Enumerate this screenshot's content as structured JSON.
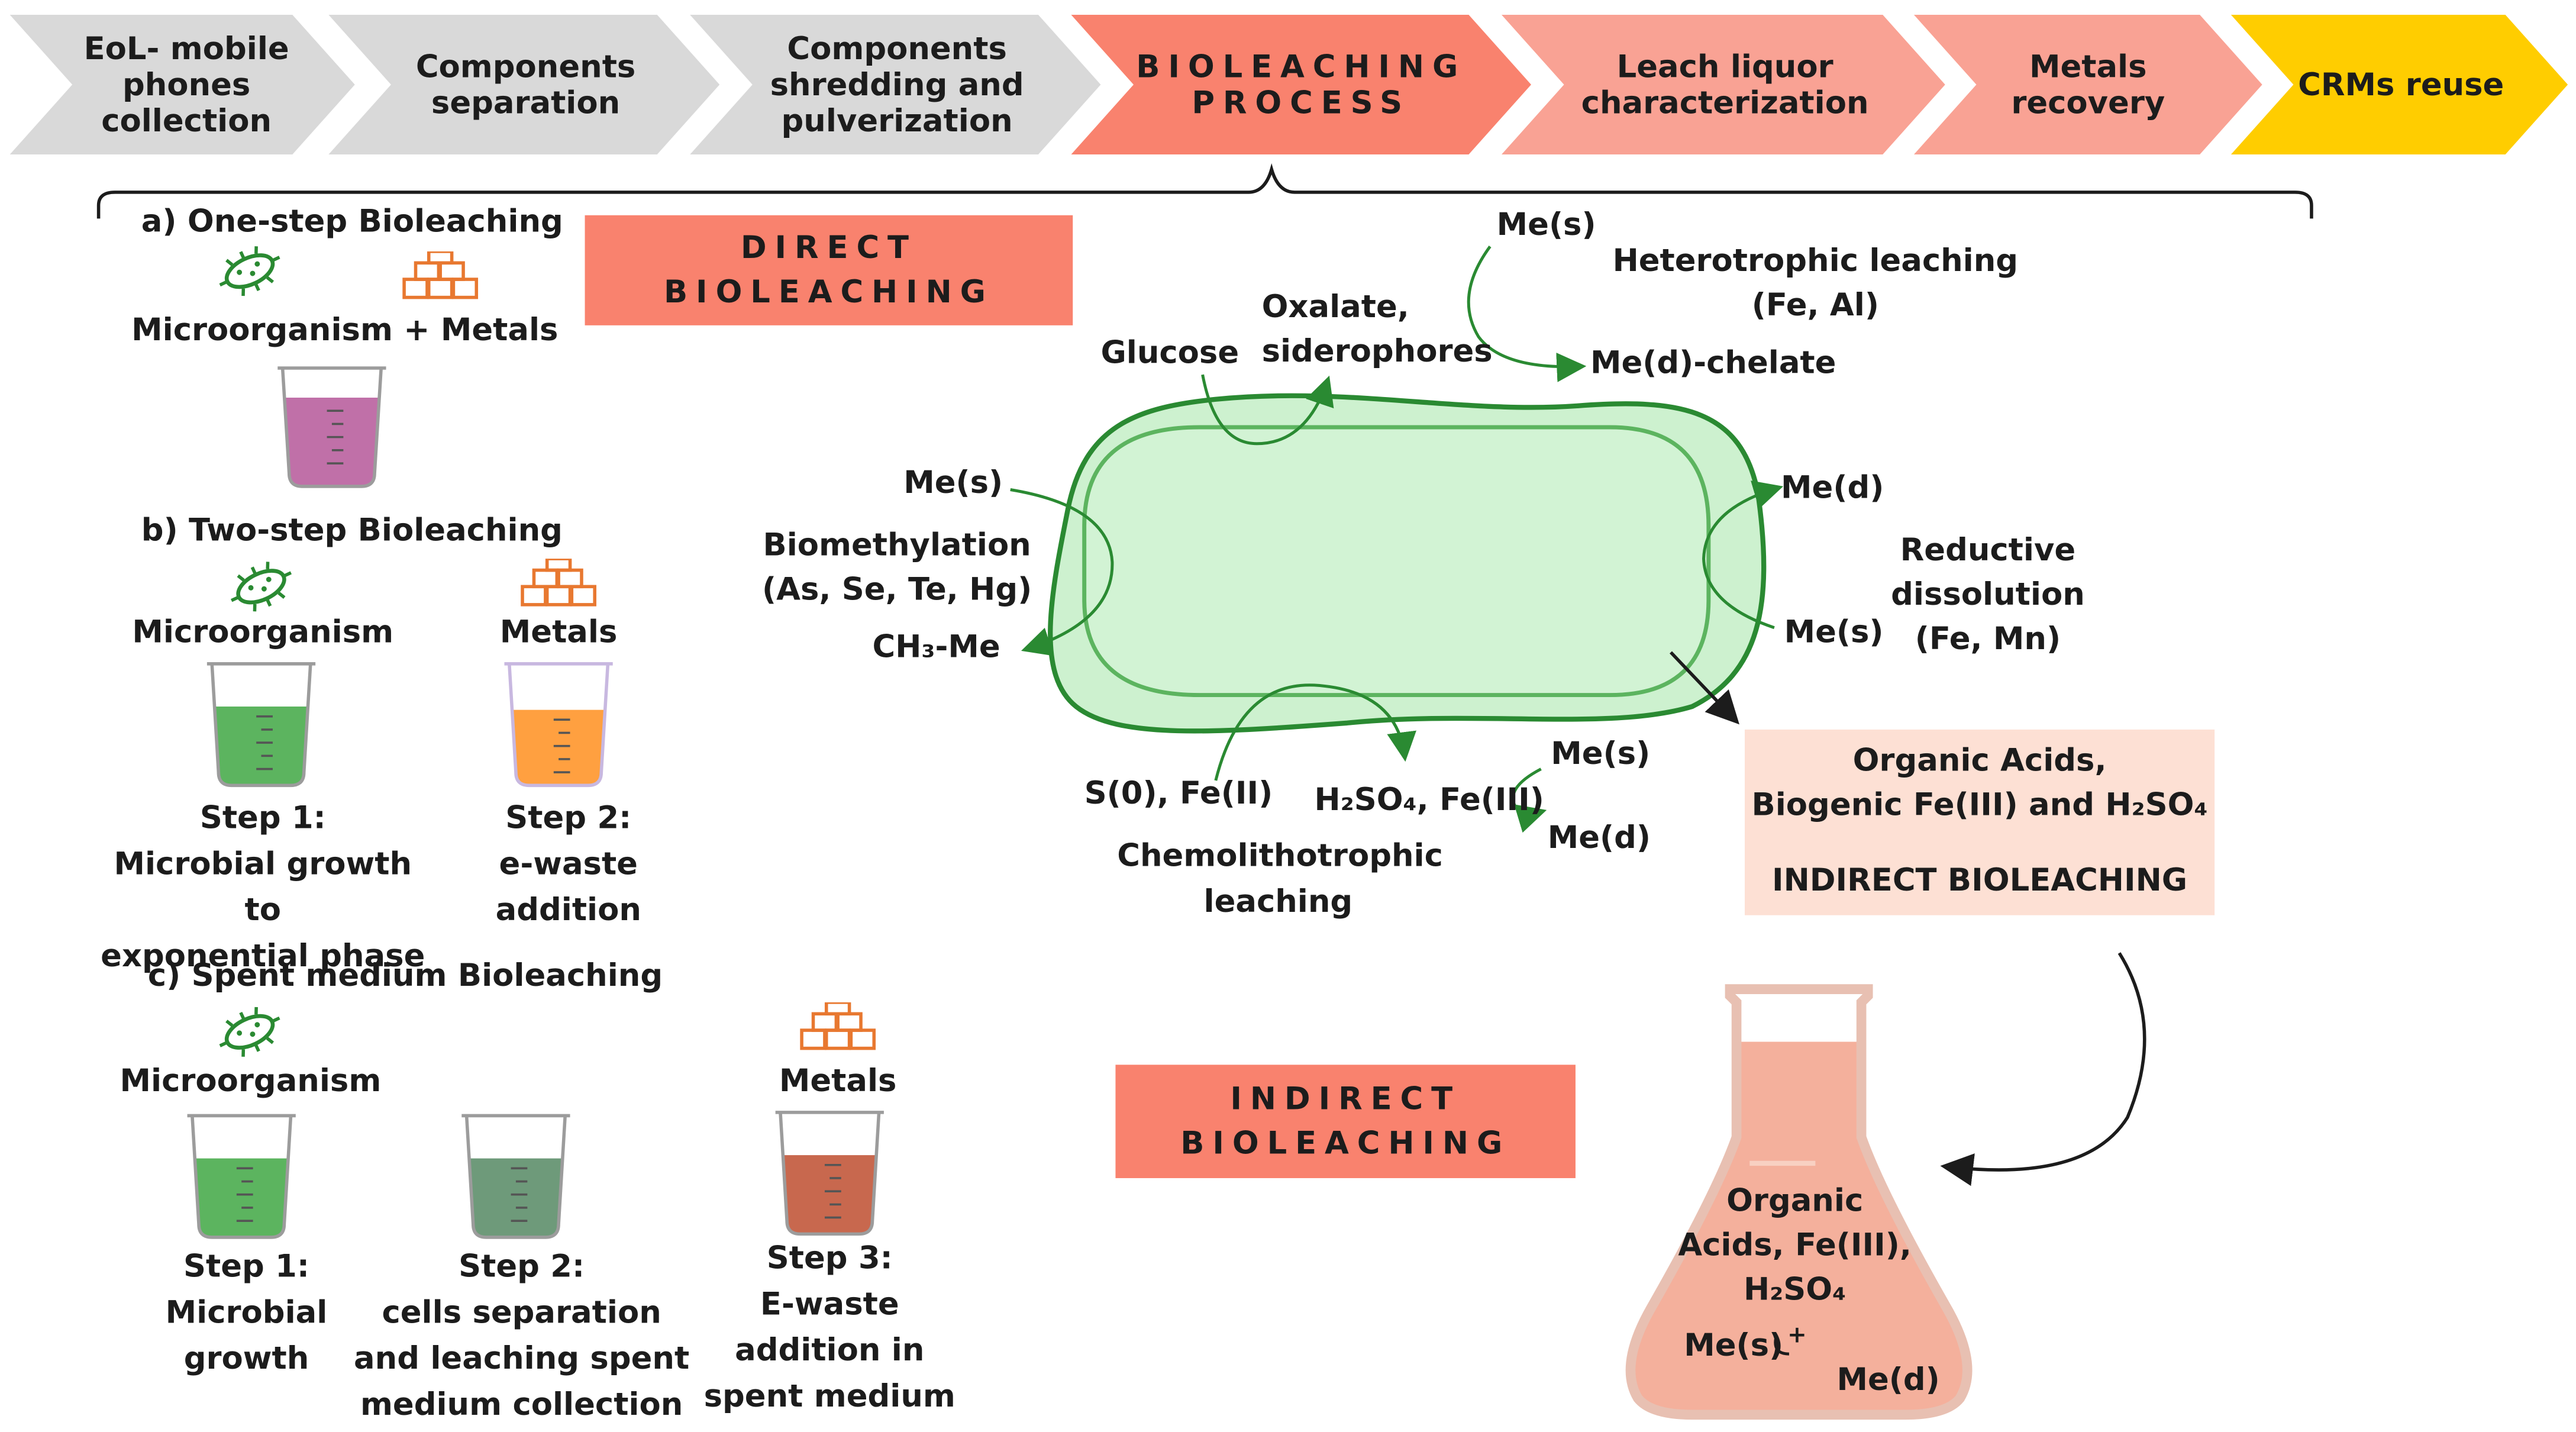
{
  "process_steps": [
    {
      "label": "EoL- mobile\nphones\ncollection",
      "color": "#d9d9d9"
    },
    {
      "label": "Components\nseparation",
      "color": "#d9d9d9"
    },
    {
      "label": "Components\nshredding and\npulverization",
      "color": "#d9d9d9"
    },
    {
      "label": "BIOLEACHING\nPROCESS",
      "color": "#f9826e"
    },
    {
      "label": "Leach liquor\ncharacterization",
      "color": "#f9a294"
    },
    {
      "label": "Metals\nrecovery",
      "color": "#f9a294"
    },
    {
      "label": "CRMs reuse",
      "color": "#ffcd00"
    }
  ],
  "one_step": {
    "title": "a) One-step Bioleaching",
    "caption": "Microorganism + Metals"
  },
  "two_step": {
    "title": "b) Two-step Bioleaching",
    "microorganism": "Microorganism",
    "metals": "Metals",
    "step1": "Step 1:\nMicrobial growth to\nexponential phase",
    "step2": "Step 2:\ne-waste\naddition"
  },
  "spent_medium": {
    "title": "c) Spent medium Bioleaching",
    "microorganism": "Microorganism",
    "metals": "Metals",
    "step1": "Step 1:\nMicrobial\ngrowth",
    "step2": "Step 2:\ncells separation\nand leaching spent\nmedium collection",
    "step3": "Step 3:\nE-waste\naddition in\nspent medium"
  },
  "direct_box": "DIRECT\nBIOLEACHING",
  "indirect_box": "INDIRECT\nBIOLEACHING",
  "heterotrophic": {
    "me_s": "Me(s)",
    "title": "Heterotrophic leaching\n(Fe, Al)",
    "chelate": "Me(d)-chelate",
    "glucose": "Glucose",
    "oxalate": "Oxalate,\nsiderophores"
  },
  "biomethylation": {
    "me_s": "Me(s)",
    "title": "Biomethylation\n(As, Se, Te, Hg)",
    "product": "CH₃-Me"
  },
  "reductive": {
    "me_d": "Me(d)",
    "title": "Reductive dissolution\n(Fe, Mn)",
    "me_s": "Me(s)"
  },
  "chemolithotrophic": {
    "substrate": "S(0), Fe(II)",
    "product": "H₂SO₄, Fe(III)",
    "me_s": "Me(s)",
    "me_d": "Me(d)",
    "title": "Chemolithotrophic\nleaching"
  },
  "indirect_panel": {
    "line1": "Organic Acids,\nBiogenic Fe(III) and H₂SO₄",
    "line2": "INDIRECT BIOLEACHING"
  },
  "flask": {
    "text": "Organic\nAcids, Fe(III),\nH₂SO₄",
    "me_s": "Me(s)",
    "plus": "+",
    "me_d": "Me(d)"
  },
  "colors": {
    "grey_step": "#d9d9d9",
    "salmon": "#f9826e",
    "light_salmon": "#f9a294",
    "yellow": "#ffcd00",
    "cell_fill": "#cdf1cf",
    "cell_stroke": "#2a8a32",
    "bacteria_green": "#2a8a32",
    "bars_orange": "#e87830",
    "purple": "#c070a8",
    "green_liquid": "#5cb45f",
    "orange_liquid": "#ffa040",
    "dark_green_liquid": "#6e9a7a",
    "brown_liquid": "#c8684e",
    "panel_peach": "#fde0d4",
    "flask_fill": "#f4b09c"
  }
}
